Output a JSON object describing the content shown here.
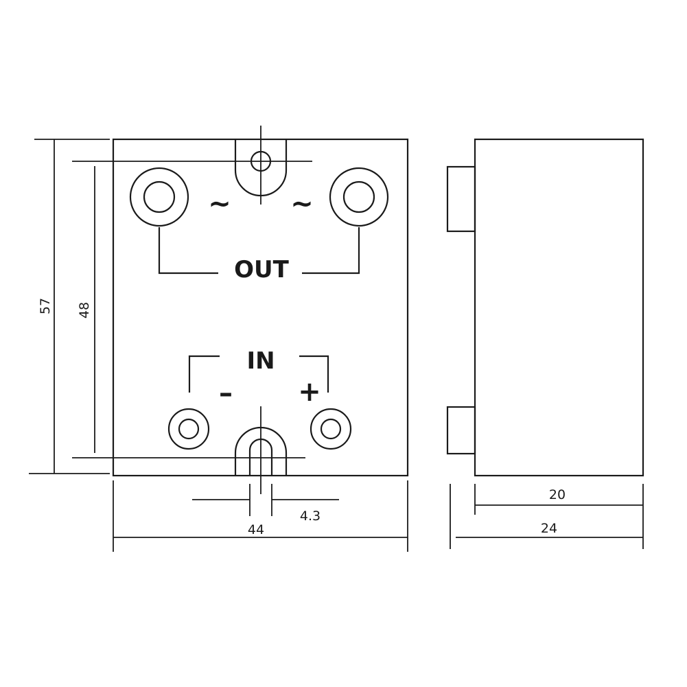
{
  "front_view": {
    "label_out": "OUT",
    "label_in": "IN",
    "label_ac_left": "~",
    "label_ac_right": "~",
    "label_minus": "–",
    "label_plus": "+"
  },
  "dimensions": {
    "height_overall": "57",
    "height_mounting": "48",
    "width_overall": "44",
    "slot_width": "4.3",
    "depth_body": "20",
    "depth_overall": "24"
  }
}
